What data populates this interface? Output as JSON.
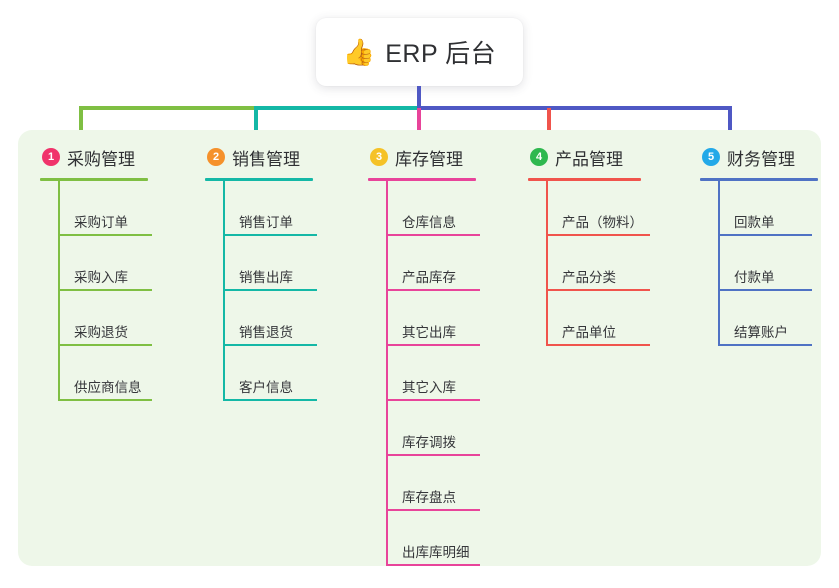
{
  "root": {
    "icon": "thumbs-up-icon",
    "emoji": "👍",
    "title": "ERP 后台"
  },
  "theme": {
    "panel_background": "#eef7e9",
    "page_background": "#ffffff",
    "title_text": "#2f3033",
    "item_text": "#35363a",
    "root_stem": "#4f58c4"
  },
  "columns": [
    {
      "number": "1",
      "badge_color": "#f0336b",
      "accent": "#7fbf43",
      "label": "采购管理",
      "items": [
        "采购订单",
        "采购入库",
        "采购退货",
        "供应商信息"
      ]
    },
    {
      "number": "2",
      "badge_color": "#f5912b",
      "accent": "#14b8a6",
      "label": "销售管理",
      "items": [
        "销售订单",
        "销售出库",
        "销售退货",
        "客户信息"
      ]
    },
    {
      "number": "3",
      "badge_color": "#f5c227",
      "accent": "#e8449a",
      "label": "库存管理",
      "items": [
        "仓库信息",
        "产品库存",
        "其它出库",
        "其它入库",
        "库存调拨",
        "库存盘点",
        "出库库明细"
      ]
    },
    {
      "number": "4",
      "badge_color": "#2eb84f",
      "accent": "#f0544c",
      "label": "产品管理",
      "items": [
        "产品（物料）",
        "产品分类",
        "产品单位"
      ]
    },
    {
      "number": "5",
      "badge_color": "#23a9e8",
      "accent": "#4f72c4",
      "label": "财务管理",
      "items": [
        "回款单",
        "付款单",
        "结算账户"
      ]
    }
  ],
  "connectors": {
    "bus_segments": [
      "#7fbf43",
      "#14b8a6",
      "#4f58c4",
      "#4f58c4",
      "#4f58c4"
    ],
    "drops": [
      "#7fbf43",
      "#14b8a6",
      "#e8449a",
      "#f0544c",
      "#4f58c4"
    ]
  }
}
